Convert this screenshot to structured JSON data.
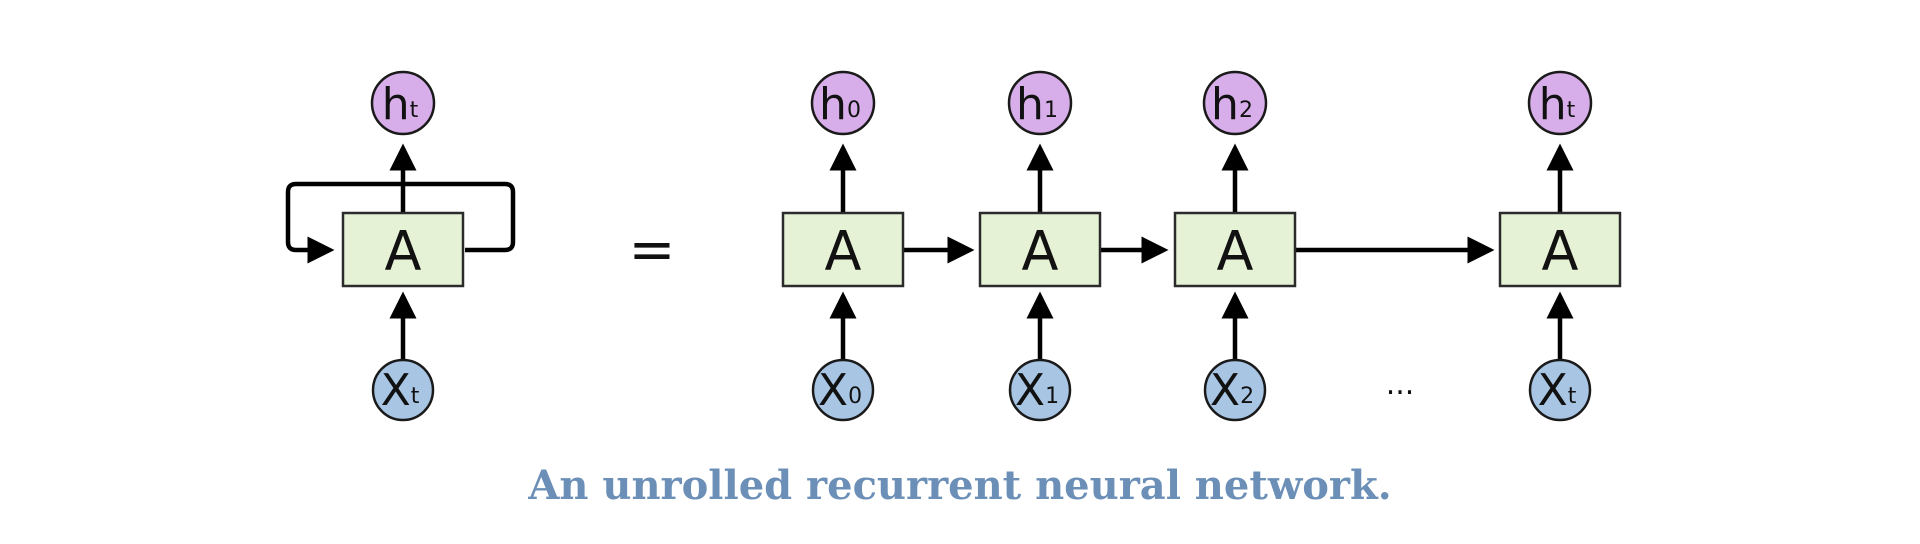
{
  "diagram": {
    "rolled": {
      "cell_label": "A",
      "output": {
        "main": "h",
        "sub": "t"
      },
      "input": {
        "main": "X",
        "sub": "t"
      }
    },
    "equals_sign": "=",
    "unrolled": [
      {
        "cell_label": "A",
        "output": {
          "main": "h",
          "sub": "0"
        },
        "input": {
          "main": "X",
          "sub": "0"
        }
      },
      {
        "cell_label": "A",
        "output": {
          "main": "h",
          "sub": "1"
        },
        "input": {
          "main": "X",
          "sub": "1"
        }
      },
      {
        "cell_label": "A",
        "output": {
          "main": "h",
          "sub": "2"
        },
        "input": {
          "main": "X",
          "sub": "2"
        }
      },
      {
        "cell_label": "A",
        "output": {
          "main": "h",
          "sub": "t"
        },
        "input": {
          "main": "X",
          "sub": "t"
        }
      }
    ],
    "ellipsis": "...",
    "colors": {
      "cell_fill": "#e6f2d6",
      "output_fill": "#d8aeea",
      "input_fill": "#a8c6e4",
      "caption": "#6b8fb7"
    }
  },
  "caption": "An unrolled recurrent neural network."
}
